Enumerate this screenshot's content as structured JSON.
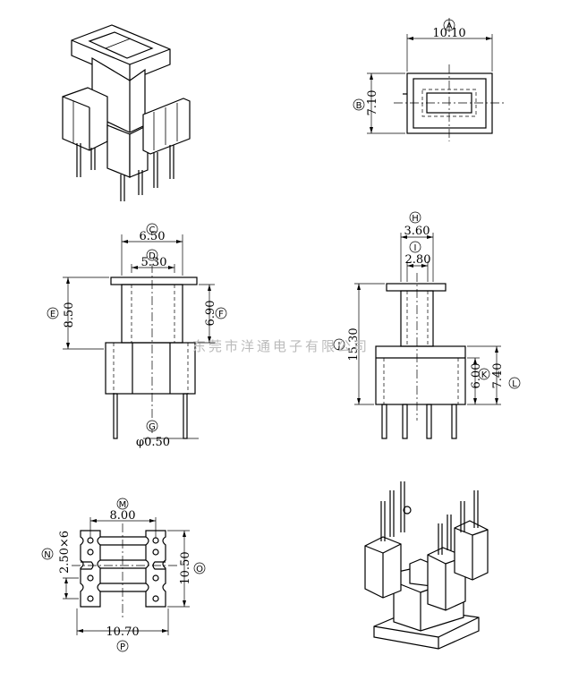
{
  "views": {
    "top_dims": {
      "A": "A",
      "A_value": "10.10",
      "B": "B",
      "B_value": "7.10"
    },
    "front_dims": {
      "C": "C",
      "C_value": "6.50",
      "D": "D",
      "D_value": "5.30",
      "E": "E",
      "E_value": "8.50",
      "F": "F",
      "F_value": "6.90",
      "G": "G",
      "G_value": "φ0.50"
    },
    "side_dims": {
      "H": "H",
      "H_value": "3.60",
      "I": "I",
      "I_value": "2.80",
      "J": "J",
      "J_value": "15.30",
      "K": "K",
      "K_value": "6.00",
      "L": "L",
      "L_value": "7.40"
    },
    "bottom_dims": {
      "M": "M",
      "M_value": "8.00",
      "N": "N",
      "N_value": "2.50×6",
      "O": "O",
      "O_value": "10.50",
      "P": "P",
      "P_value": "10.70"
    }
  },
  "watermark": "东莞市洋通电子有限公司"
}
